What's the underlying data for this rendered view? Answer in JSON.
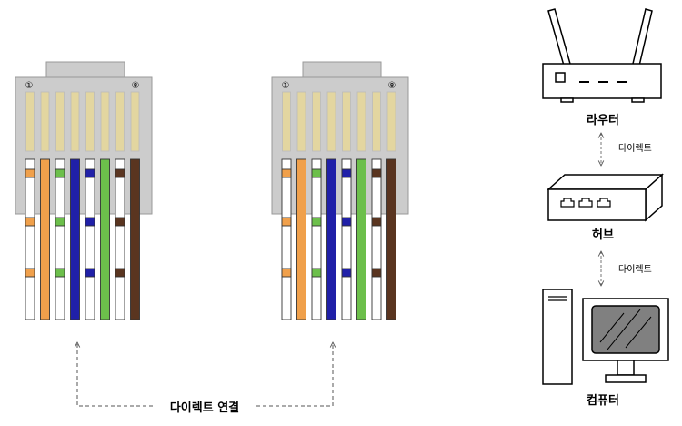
{
  "connectors": [
    {
      "pin_first_label": "①",
      "pin_last_label": "⑧",
      "wires": [
        {
          "base": "white",
          "stripe": "orange"
        },
        {
          "base": "orange"
        },
        {
          "base": "white",
          "stripe": "green"
        },
        {
          "base": "blue"
        },
        {
          "base": "white",
          "stripe": "blue"
        },
        {
          "base": "green"
        },
        {
          "base": "white",
          "stripe": "brown"
        },
        {
          "base": "brown"
        }
      ]
    },
    {
      "pin_first_label": "①",
      "pin_last_label": "⑧",
      "wires": [
        {
          "base": "white",
          "stripe": "orange"
        },
        {
          "base": "orange"
        },
        {
          "base": "white",
          "stripe": "green"
        },
        {
          "base": "blue"
        },
        {
          "base": "white",
          "stripe": "blue"
        },
        {
          "base": "green"
        },
        {
          "base": "white",
          "stripe": "brown"
        },
        {
          "base": "brown"
        }
      ]
    }
  ],
  "connection_label": "다이렉트 연결",
  "devices": {
    "router": {
      "label": "라우터",
      "icon": "router-icon"
    },
    "hub": {
      "label": "허브",
      "icon": "hub-icon"
    },
    "computer": {
      "label": "컴퓨터",
      "icon": "computer-icon"
    }
  },
  "links": [
    {
      "from": "router",
      "to": "hub",
      "label": "다이렉트"
    },
    {
      "from": "hub",
      "to": "computer",
      "label": "다이렉트"
    }
  ],
  "colors": {
    "orange": "#f0a04b",
    "green": "#6cbf4b",
    "blue": "#2020a8",
    "brown": "#5a3520",
    "white": "#ffffff",
    "connector_body": "#cccccc",
    "pin": "#e3d6a0",
    "monitor_screen": "#808080"
  }
}
